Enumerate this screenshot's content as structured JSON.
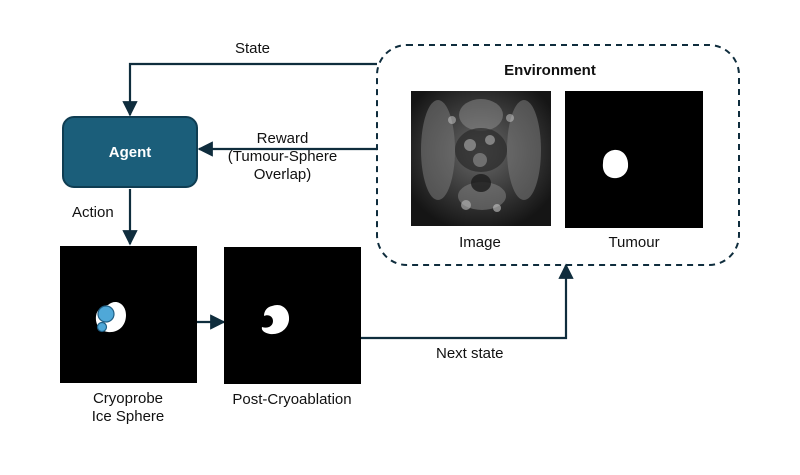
{
  "labels": {
    "state": "State",
    "agent": "Agent",
    "reward_line1": "Reward",
    "reward_line2": "(Tumour-Sphere",
    "reward_line3": "Overlap)",
    "action": "Action",
    "environment": "Environment",
    "image": "Image",
    "tumour": "Tumour",
    "cryoprobe_line1": "Cryoprobe",
    "cryoprobe_line2": "Ice Sphere",
    "post_cryoablation": "Post-Cryoablation",
    "next_state": "Next state"
  },
  "colors": {
    "agent_fill": "#1b5e7a",
    "arrow": "#0f2d3d",
    "environment_border": "#0f2d3d",
    "probe_blue": "#4fa8d8"
  }
}
